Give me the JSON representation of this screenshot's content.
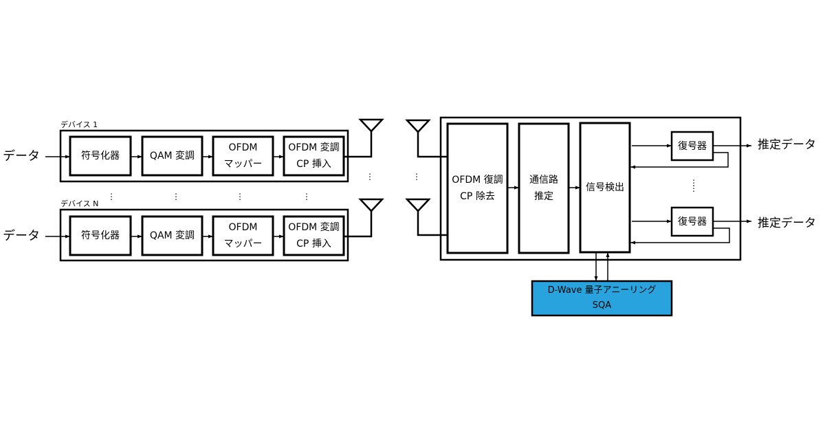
{
  "devices": [
    {
      "label": "デバイス 1",
      "input": "データ",
      "blocks": [
        {
          "line1": "符号化器",
          "line2": ""
        },
        {
          "line1": "QAM 変調",
          "line2": ""
        },
        {
          "line1": "OFDM",
          "line2": "マッパー"
        },
        {
          "line1": "OFDM 変調",
          "line2": "CP 挿入"
        }
      ]
    },
    {
      "label": "デバイス N",
      "input": "データ",
      "blocks": [
        {
          "line1": "符号化器",
          "line2": ""
        },
        {
          "line1": "QAM 変調",
          "line2": ""
        },
        {
          "line1": "OFDM",
          "line2": "マッパー"
        },
        {
          "line1": "OFDM 変調",
          "line2": "CP 挿入"
        }
      ]
    }
  ],
  "receiver": {
    "ofdm_demod": {
      "line1": "OFDM 復調",
      "line2": "CP 除去"
    },
    "channel_est": {
      "line1": "通信路",
      "line2": "推定"
    },
    "signal_detect": "信号検出",
    "decoders": [
      "復号器",
      "復号器"
    ],
    "outputs": [
      "推定データ",
      "推定データ"
    ]
  },
  "quantum": {
    "line1": "D-Wave 量子アニーリング",
    "line2": "SQA",
    "color": "#29a3dd"
  },
  "ellipsis": "⋮"
}
